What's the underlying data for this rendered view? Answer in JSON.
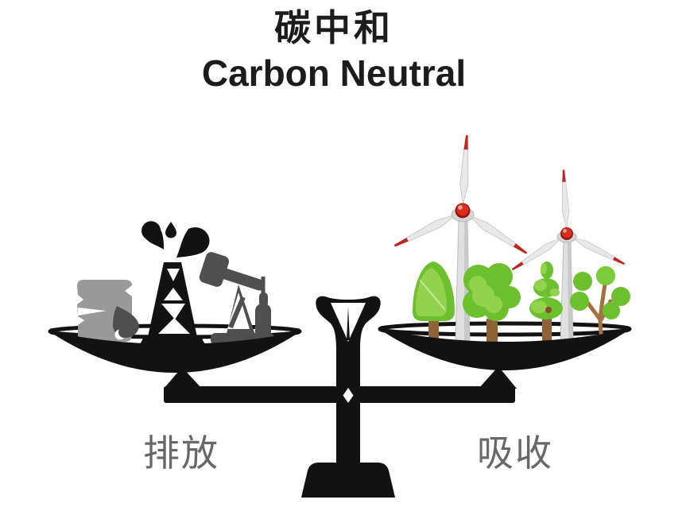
{
  "title": {
    "zh": "碳中和",
    "en": "Carbon Neutral"
  },
  "balance": {
    "left": {
      "label": "排放",
      "icons": [
        "oil-barrel-icon",
        "oil-drop-icon",
        "oil-derrick-icon",
        "pump-jack-icon"
      ]
    },
    "right": {
      "label": "吸收",
      "icons": [
        "tree-cone-icon",
        "tree-bushy-icon",
        "tree-pine-icon",
        "tree-sapling-icon",
        "wind-turbine-large-icon",
        "wind-turbine-small-icon"
      ]
    }
  },
  "colors": {
    "background": "#ffffff",
    "ink_black": "#121212",
    "barrel_gray": "#999999",
    "dark_gray": "#4f4f4f",
    "label_gray": "#686868",
    "tree_green": "#6cc02e",
    "tree_green_light": "#93d24c",
    "trunk_brown": "#8f6136",
    "branch_brown": "#a5713f",
    "turbine_blade": "#e8e8e8",
    "turbine_shade": "#c6c6c6",
    "turbine_red": "#bf2420",
    "hub_red": "#d92f23"
  }
}
